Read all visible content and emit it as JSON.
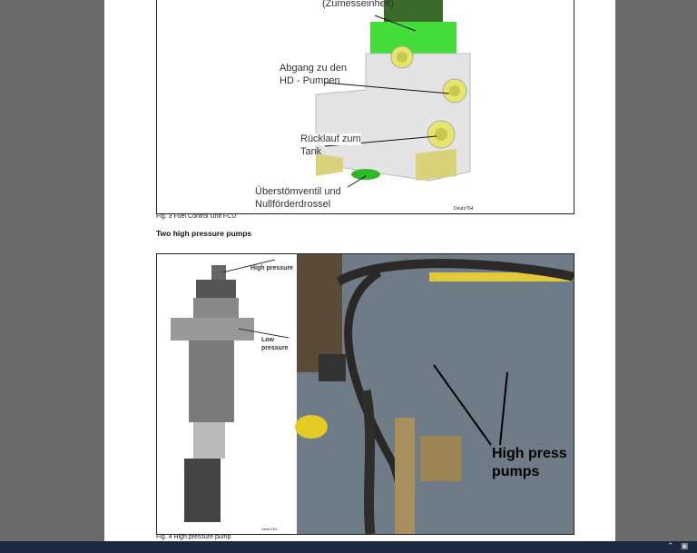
{
  "figure3": {
    "labels": {
      "zumesseinheit": "(Zumesseinheit)",
      "abgang_1": "Abgang zu den",
      "abgang_2": "HD - Pumpen",
      "ruecklauf_1": "Rücklauf zum",
      "ruecklauf_2": "Tank",
      "ueberstroem_1": "Überstömventil und",
      "ueberstroem_2": "Nullförderdrossel"
    },
    "code": "Deutz764",
    "caption": "Fig. 3 Fuel Control Unit FCU"
  },
  "section_heading": "Two high pressure pumps",
  "figure4": {
    "labels": {
      "high_pressure": "High pressure",
      "low_1": "Low",
      "low_2": "pressure",
      "photo_1": "High press",
      "photo_2": "pumps"
    },
    "code": "Deutz763",
    "caption": "Fig. 4 High pressure pump"
  },
  "colors": {
    "background": "#6a6a6a",
    "taskbar": "#1c2a3f",
    "fcu_green": "#3fd43a",
    "port_yellow": "#e6e66a",
    "engine_grey": "#6f7c88"
  },
  "taskbar": {
    "icons": [
      "chevron-up-icon",
      "network-icon"
    ]
  }
}
